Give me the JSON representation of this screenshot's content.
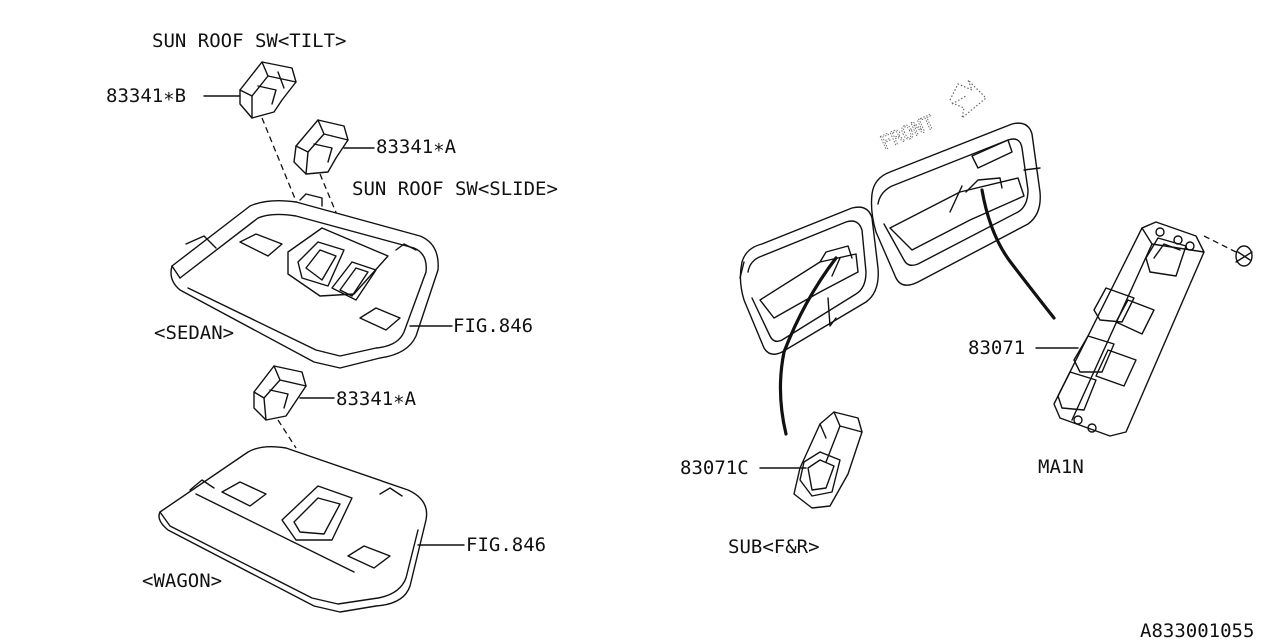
{
  "labels": {
    "sunroof_tilt": "SUN ROOF SW<TILT>",
    "sunroof_slide": "SUN ROOF SW<SLIDE>",
    "part_83341B": "83341∗B",
    "part_83341A_upper": "83341∗A",
    "part_83341A_lower": "83341∗A",
    "sedan": "<SEDAN>",
    "wagon": "<WAGON>",
    "fig_upper": "FIG.846",
    "fig_lower": "FIG.846",
    "front": "FRONT",
    "part_83071": "83071",
    "part_83071C": "83071C",
    "main": "MA1N",
    "sub": "SUB<F&R>",
    "diagram_id": "A833001055"
  }
}
